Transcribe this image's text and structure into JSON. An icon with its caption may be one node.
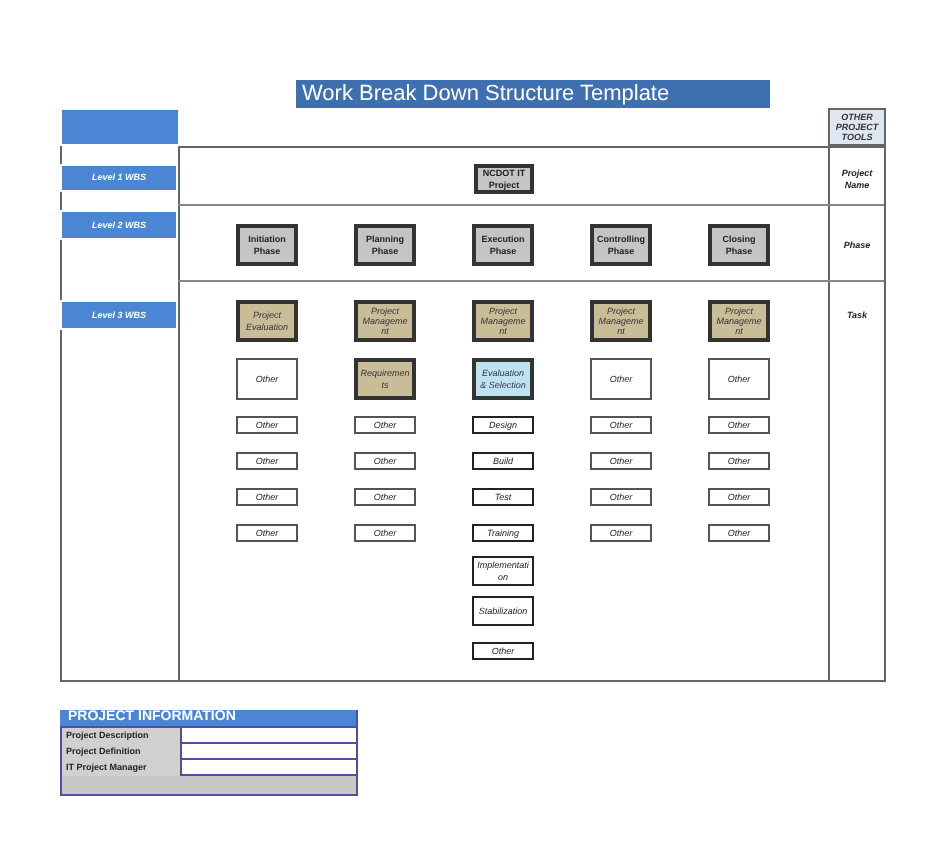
{
  "diagram": {
    "title": "Work Break Down Structure Template",
    "nodes": [
      {
        "text": [],
        "shape": "box"
      },
      {
        "text": [
          "OTHER PROJECT TOOLS"
        ]
      },
      {
        "text": [
          "Level 1 WBS"
        ]
      },
      {
        "text": [
          "NCDOT IT Project"
        ]
      },
      {
        "text": [
          "Level 2 WBS"
        ]
      },
      {
        "text": [
          "Initiation Phase"
        ]
      },
      {
        "text": [
          "Planning Phase"
        ]
      },
      {
        "text": [
          "Execution Phase"
        ]
      },
      {
        "text": [
          "Controlling Phase"
        ]
      },
      {
        "text": [
          "Closing Phase"
        ]
      },
      {
        "text": [
          "Level 3 WBS"
        ]
      },
      {
        "text": [
          "Project Evaluation"
        ]
      },
      {
        "text": [
          "Project Management"
        ]
      },
      {
        "text": [
          "Project Management"
        ]
      },
      {
        "text": [
          "Project Management"
        ]
      },
      {
        "text": [
          "Project Management"
        ]
      },
      {
        "text": [
          "Other"
        ]
      },
      {
        "text": [
          "Requirements"
        ]
      },
      {
        "text": [
          "Evaluation & Selection"
        ]
      },
      {
        "text": [
          "Other"
        ]
      },
      {
        "text": [
          "Other"
        ]
      },
      {
        "text": [
          "Other"
        ]
      },
      {
        "text": [
          "Other"
        ]
      },
      {
        "text": [
          "Design"
        ]
      },
      {
        "text": [
          "Other"
        ]
      },
      {
        "text": [
          "Other"
        ]
      },
      {
        "text": [
          "Other"
        ]
      },
      {
        "text": [
          "Other"
        ]
      },
      {
        "text": [
          "Build"
        ]
      },
      {
        "text": [
          "Other"
        ]
      },
      {
        "text": [
          "Other"
        ]
      },
      {
        "text": [
          "Other"
        ]
      },
      {
        "text": [
          "Other"
        ]
      },
      {
        "text": [
          "Test"
        ]
      },
      {
        "text": [
          "Other"
        ]
      },
      {
        "text": [
          "Other"
        ]
      },
      {
        "text": [
          "Other"
        ]
      },
      {
        "text": [
          "Other"
        ]
      },
      {
        "text": [
          "Training"
        ]
      },
      {
        "text": [
          "Other"
        ]
      },
      {
        "text": [
          "Other"
        ]
      },
      {
        "text": [
          "Implementation"
        ]
      },
      {
        "text": [
          "Stabilization"
        ]
      },
      {
        "text": [
          "Other"
        ]
      }
    ],
    "labels": [
      "Project Name",
      "Phase",
      "Task",
      "PROJECT INFORMATION",
      "Project Description",
      "Project Definition",
      "IT Project Manager"
    ]
  }
}
